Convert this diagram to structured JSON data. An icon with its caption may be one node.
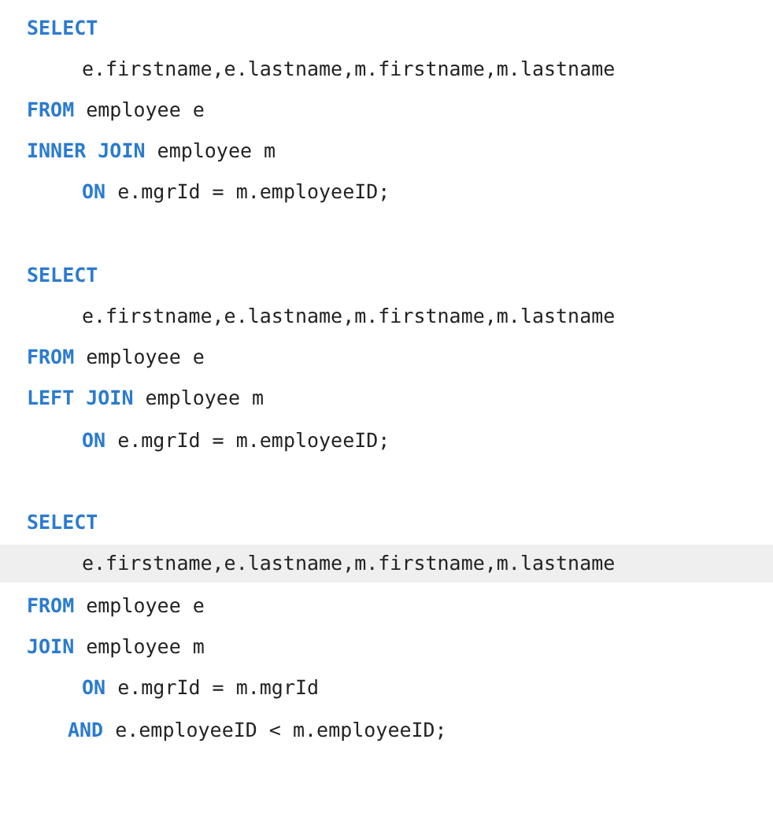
{
  "diagram": {
    "labels": [
      "**SELECT**",
      "e.firstname,e.lastname,m.firstname,m.lastname",
      "**FROM** employee e",
      "**INNER JOIN** employee m",
      "**ON** e.mgrId = m.employeeID;",
      "**SELECT**",
      "e.firstname,e.lastname,m.firstname,m.lastname",
      "**FROM** employee e",
      "**LEFT JOIN** employee m",
      "**ON** e.mgrId = m.employeeID;",
      "**SELECT**",
      "e.firstname,e.lastname,m.firstname,m.lastname",
      "**FROM** employee e",
      "**JOIN** employee m",
      "**ON** e.mgrId = m.mgrId",
      "**AND** e.employeeID < m.employeeID;"
    ]
  }
}
